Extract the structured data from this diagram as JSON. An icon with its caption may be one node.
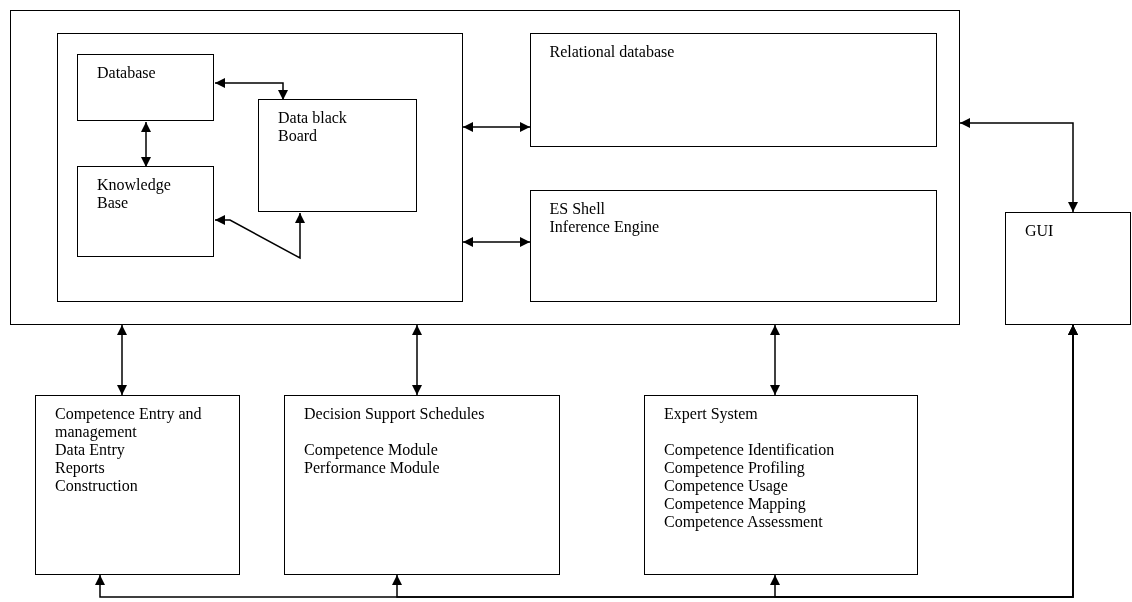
{
  "diagram": {
    "nodes": [
      {
        "text": [],
        "shape": "box"
      },
      {
        "text": [],
        "shape": "box",
        "in": 0
      },
      {
        "text": [
          "Database"
        ],
        "in": 1
      },
      {
        "text": [
          "Data black Board"
        ],
        "in": 1
      },
      {
        "text": [
          "Knowledge Base"
        ],
        "in": 1
      },
      {
        "text": [
          "Relational database"
        ],
        "in": 0
      },
      {
        "text": [
          "ES Shell",
          "Inference Engine"
        ],
        "in": 0
      },
      {
        "text": [
          "GUI"
        ]
      },
      {
        "text": [
          "Competence Entry and management",
          "Data Entry",
          "Reports",
          "Construction"
        ]
      },
      {
        "text": [
          "Decision Support Schedules",
          "Competence Module",
          "Performance Module"
        ]
      },
      {
        "text": [
          "Expert System",
          "Competence Identification",
          "Competence Profiling",
          "Competence Usage",
          "Competence Mapping",
          "Competence Assessment"
        ]
      }
    ],
    "edges": [
      {
        "from": 2,
        "to": 3,
        "arrow": "both"
      },
      {
        "from": 2,
        "to": 4,
        "arrow": "both"
      },
      {
        "from": 4,
        "to": 3,
        "arrow": "both"
      },
      {
        "from": 1,
        "to": 5,
        "arrow": "both"
      },
      {
        "from": 1,
        "to": 6,
        "arrow": "both"
      },
      {
        "from": 0,
        "to": 7,
        "arrow": "both"
      },
      {
        "from": 0,
        "to": 8,
        "arrow": "both"
      },
      {
        "from": 0,
        "to": 9,
        "arrow": "both"
      },
      {
        "from": 0,
        "to": 10,
        "arrow": "both"
      },
      {
        "from": 7,
        "to": 8,
        "arrow": "both"
      },
      {
        "from": 7,
        "to": 9,
        "arrow": "both"
      },
      {
        "from": 7,
        "to": 10,
        "arrow": "both"
      }
    ]
  }
}
